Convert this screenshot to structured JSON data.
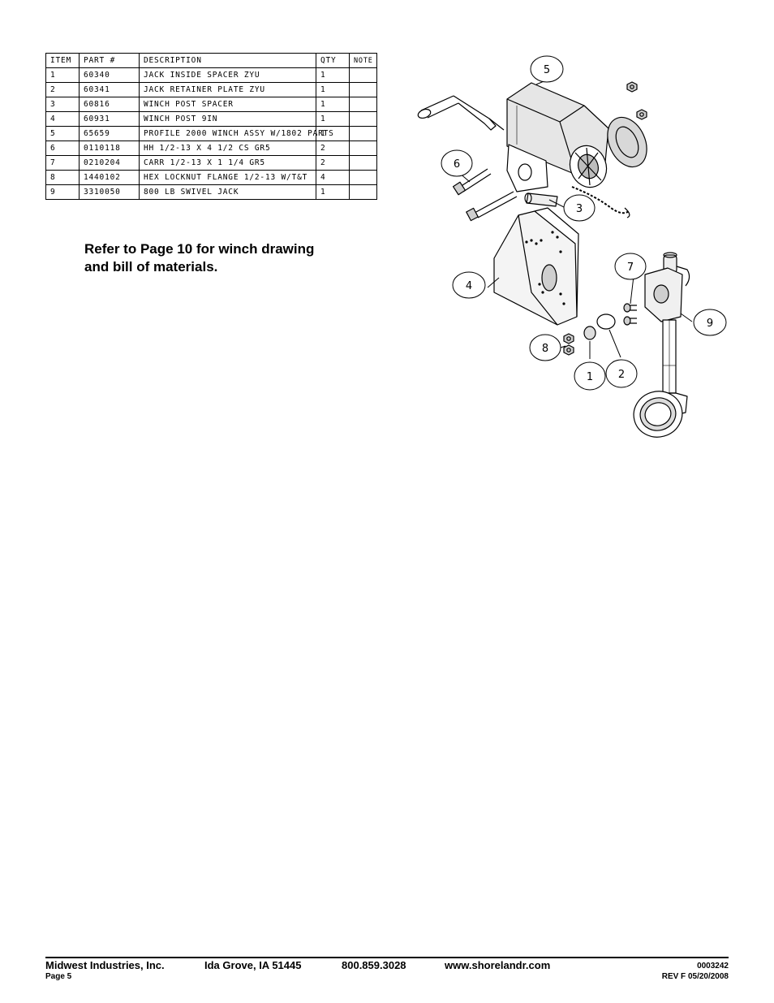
{
  "bom": {
    "headers": {
      "item": "ITEM",
      "part": "PART #",
      "description": "DESCRIPTION",
      "qty": "QTY",
      "note": "NOTE"
    },
    "rows": [
      {
        "item": "1",
        "part": "60340",
        "description": "JACK INSIDE SPACER ZYU",
        "qty": "1",
        "note": ""
      },
      {
        "item": "2",
        "part": "60341",
        "description": "JACK RETAINER PLATE ZYU",
        "qty": "1",
        "note": ""
      },
      {
        "item": "3",
        "part": "60816",
        "description": "WINCH POST SPACER",
        "qty": "1",
        "note": ""
      },
      {
        "item": "4",
        "part": "60931",
        "description": "WINCH POST 9IN",
        "qty": "1",
        "note": ""
      },
      {
        "item": "5",
        "part": "65659",
        "description": "PROFILE 2000 WINCH ASSY W/1802 PARTS",
        "qty": "1",
        "note": ""
      },
      {
        "item": "6",
        "part": "0110118",
        "description": "HH 1/2-13 X 4 1/2 CS GR5",
        "qty": "2",
        "note": ""
      },
      {
        "item": "7",
        "part": "0210204",
        "description": "CARR 1/2-13 X 1 1/4 GR5",
        "qty": "2",
        "note": ""
      },
      {
        "item": "8",
        "part": "1440102",
        "description": "HEX LOCKNUT FLANGE 1/2-13 W/T&T",
        "qty": "4",
        "note": ""
      },
      {
        "item": "9",
        "part": "3310050",
        "description": "800 LB SWIVEL JACK",
        "qty": "1",
        "note": ""
      }
    ]
  },
  "refer_note": {
    "line1": "Refer to Page 10 for winch drawing",
    "line2": "and bill of materials."
  },
  "diagram": {
    "callouts": {
      "c1": "1",
      "c2": "2",
      "c3": "3",
      "c4": "4",
      "c5": "5",
      "c6": "6",
      "c7": "7",
      "c8": "8",
      "c9": "9"
    }
  },
  "footer": {
    "company": "Midwest Industries, Inc.",
    "city": "Ida Grove, IA  51445",
    "phone": "800.859.3028",
    "website": "www.shorelandr.com",
    "page": "Page 5",
    "doc_number": "0003242",
    "revision": "REV F  05/20/2008"
  }
}
